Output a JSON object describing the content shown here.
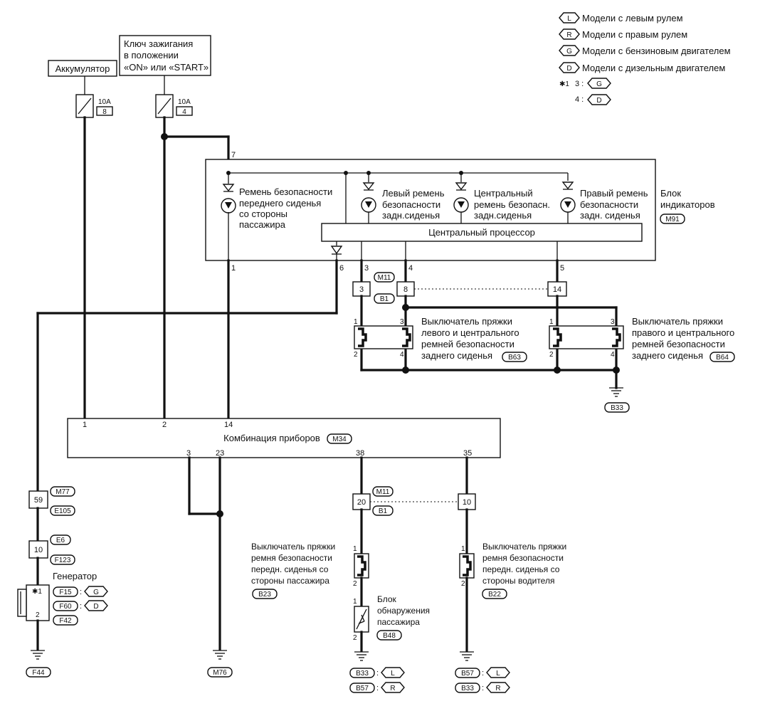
{
  "legend": {
    "items": [
      {
        "code": "L",
        "text": "Модели с левым рулем"
      },
      {
        "code": "R",
        "text": "Модели с правым рулем"
      },
      {
        "code": "G",
        "text": "Модели с бензиновым двигателем"
      },
      {
        "code": "D",
        "text": "Модели с дизельным двигателем"
      }
    ],
    "note_star": "✱1",
    "note_rows": [
      {
        "num": "3 :",
        "code": "G"
      },
      {
        "num": "4 :",
        "code": "D"
      }
    ]
  },
  "sources": {
    "battery": "Аккумулятор",
    "ignition": [
      "Ключ зажигания",
      "в положении",
      "«ON» или «START»"
    ],
    "fuse1": {
      "rating": "10A",
      "num": "8"
    },
    "fuse2": {
      "rating": "10A",
      "num": "4"
    }
  },
  "indicator_unit": {
    "title": [
      "Блок",
      "индикаторов"
    ],
    "conn": "M91",
    "cpu": "Центральный процессор",
    "pin_top": "7",
    "pins_bottom": [
      "1",
      "6",
      "3",
      "4",
      "5"
    ],
    "lamps": [
      [
        "Ремень безопасности",
        "переднего сиденья",
        "со стороны",
        "пассажира"
      ],
      [
        "Левый ремень",
        "безопасности",
        "задн.сиденья"
      ],
      [
        "Центральный",
        "ремень безопасн.",
        "задн.сиденья"
      ],
      [
        "Правый ремень",
        "безопасности",
        "задн. сиденья"
      ]
    ]
  },
  "rear_connectors": {
    "top": "M11",
    "bottom": "B1",
    "pins": [
      "3",
      "8",
      "14"
    ]
  },
  "switch_b63": {
    "label": [
      "Выключатель пряжки",
      "левого и центрального",
      "ремней безопасности",
      "заднего сиденья"
    ],
    "conn": "B63",
    "pins": [
      "1",
      "3",
      "2",
      "4"
    ]
  },
  "switch_b64": {
    "label": [
      "Выключатель пряжки",
      "правого и центрального",
      "ремней безопасности",
      "заднего сиденья"
    ],
    "conn": "B64",
    "pins": [
      "1",
      "3",
      "2",
      "4"
    ]
  },
  "ground_b33": "B33",
  "cluster": {
    "title": "Комбинация приборов",
    "conn": "M34",
    "pins_top": [
      "1",
      "2",
      "14"
    ],
    "pins_bottom": [
      "3",
      "23",
      "38",
      "35"
    ]
  },
  "left_chain": {
    "c1": {
      "pin": "59",
      "top": "M77",
      "bottom": "E105"
    },
    "c2": {
      "pin": "10",
      "top": "E6",
      "bottom": "F123"
    },
    "generator": {
      "label": "Генератор",
      "star": "✱1",
      "pin2": "2",
      "rows": [
        {
          "conn": "F15",
          "code": "G"
        },
        {
          "conn": "F60",
          "code": "D"
        }
      ],
      "conn3": "F42"
    },
    "ground": "F44"
  },
  "ground_m76": "M76",
  "front_connectors": {
    "top": "M11",
    "bottom": "B1",
    "pins": [
      "20",
      "10"
    ]
  },
  "switch_b23": {
    "label": [
      "Выключатель пряжки",
      "ремня безопасности",
      "передн. сиденья со",
      "стороны пассажира"
    ],
    "conn": "B23",
    "pins": [
      "1",
      "2"
    ]
  },
  "sensor_b48": {
    "label": [
      "Блок",
      "обнаружения",
      "пассажира"
    ],
    "conn": "B48",
    "pins": [
      "1",
      "2"
    ]
  },
  "switch_b22": {
    "label": [
      "Выключатель пряжки",
      "ремня безопасности",
      "передн. сиденья со",
      "стороны водителя"
    ],
    "conn": "B22",
    "pins": [
      "1",
      "2"
    ]
  },
  "ground_pass": [
    {
      "conn": "B33",
      "code": "L"
    },
    {
      "conn": "B57",
      "code": "R"
    }
  ],
  "ground_drv": [
    {
      "conn": "B57",
      "code": "L"
    },
    {
      "conn": "B33",
      "code": "R"
    }
  ]
}
